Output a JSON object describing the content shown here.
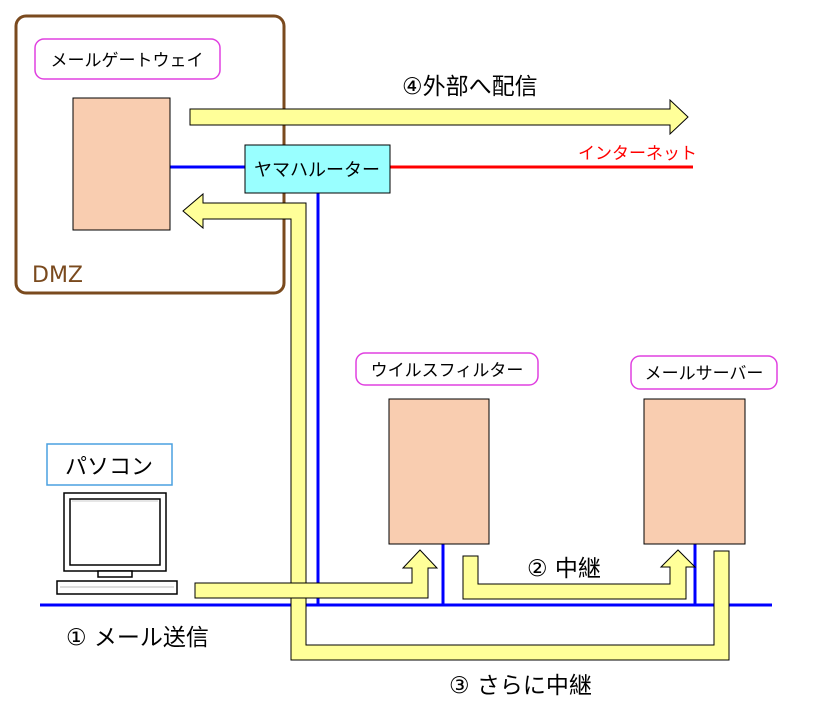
{
  "labels": {
    "gateway": "メールゲートウェイ",
    "router": "ヤマハルーター",
    "internet": "インターネット",
    "dmz": "DMZ",
    "virus_filter": "ウイルスフィルター",
    "mail_server": "メールサーバー",
    "pc": "パソコン"
  },
  "steps": {
    "send": "① メール送信",
    "relay": "② 中継",
    "relay_more": "③ さらに中継",
    "deliver": "④外部へ配信"
  },
  "colors": {
    "dmz_border": "#7a4a1e",
    "lan_line": "#0000ff",
    "internet_line": "#ff0000",
    "server_fill": "#f9cdb0",
    "router_fill": "#99ffff",
    "arrow_fill": "#ffff99",
    "tag_border": "#e040e0",
    "pc_tag_border": "#4aa0e0"
  }
}
